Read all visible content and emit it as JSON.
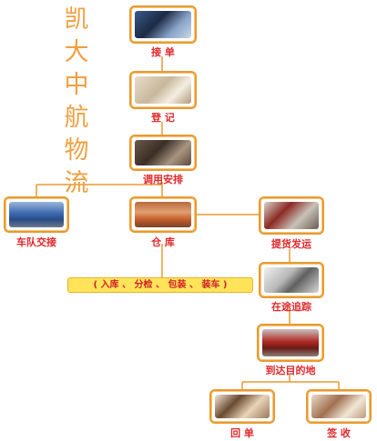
{
  "title_chars": [
    "凯",
    "大",
    "中",
    "航",
    "物",
    "流"
  ],
  "nodes": {
    "jiedan": {
      "label": "接 单"
    },
    "dengji": {
      "label": "登 记"
    },
    "diaoyong": {
      "label": "调用安排"
    },
    "chedui": {
      "label": "车队交接"
    },
    "cangku": {
      "label": "仓 库"
    },
    "tihuo": {
      "label": "提货发运"
    },
    "zaitu": {
      "label": "在途追踪"
    },
    "daoda": {
      "label": "到达目的地"
    },
    "huidan": {
      "label": "回 单"
    },
    "qianshou": {
      "label": "签 收"
    }
  },
  "warehouse_ops": "( 入库 、 分检 、 包装 、 装车 )",
  "colors": {
    "frame": "#e89a30",
    "line": "#e89a30",
    "label": "#e0282a",
    "title": "#f0a040",
    "bar": "#ffe45a"
  }
}
